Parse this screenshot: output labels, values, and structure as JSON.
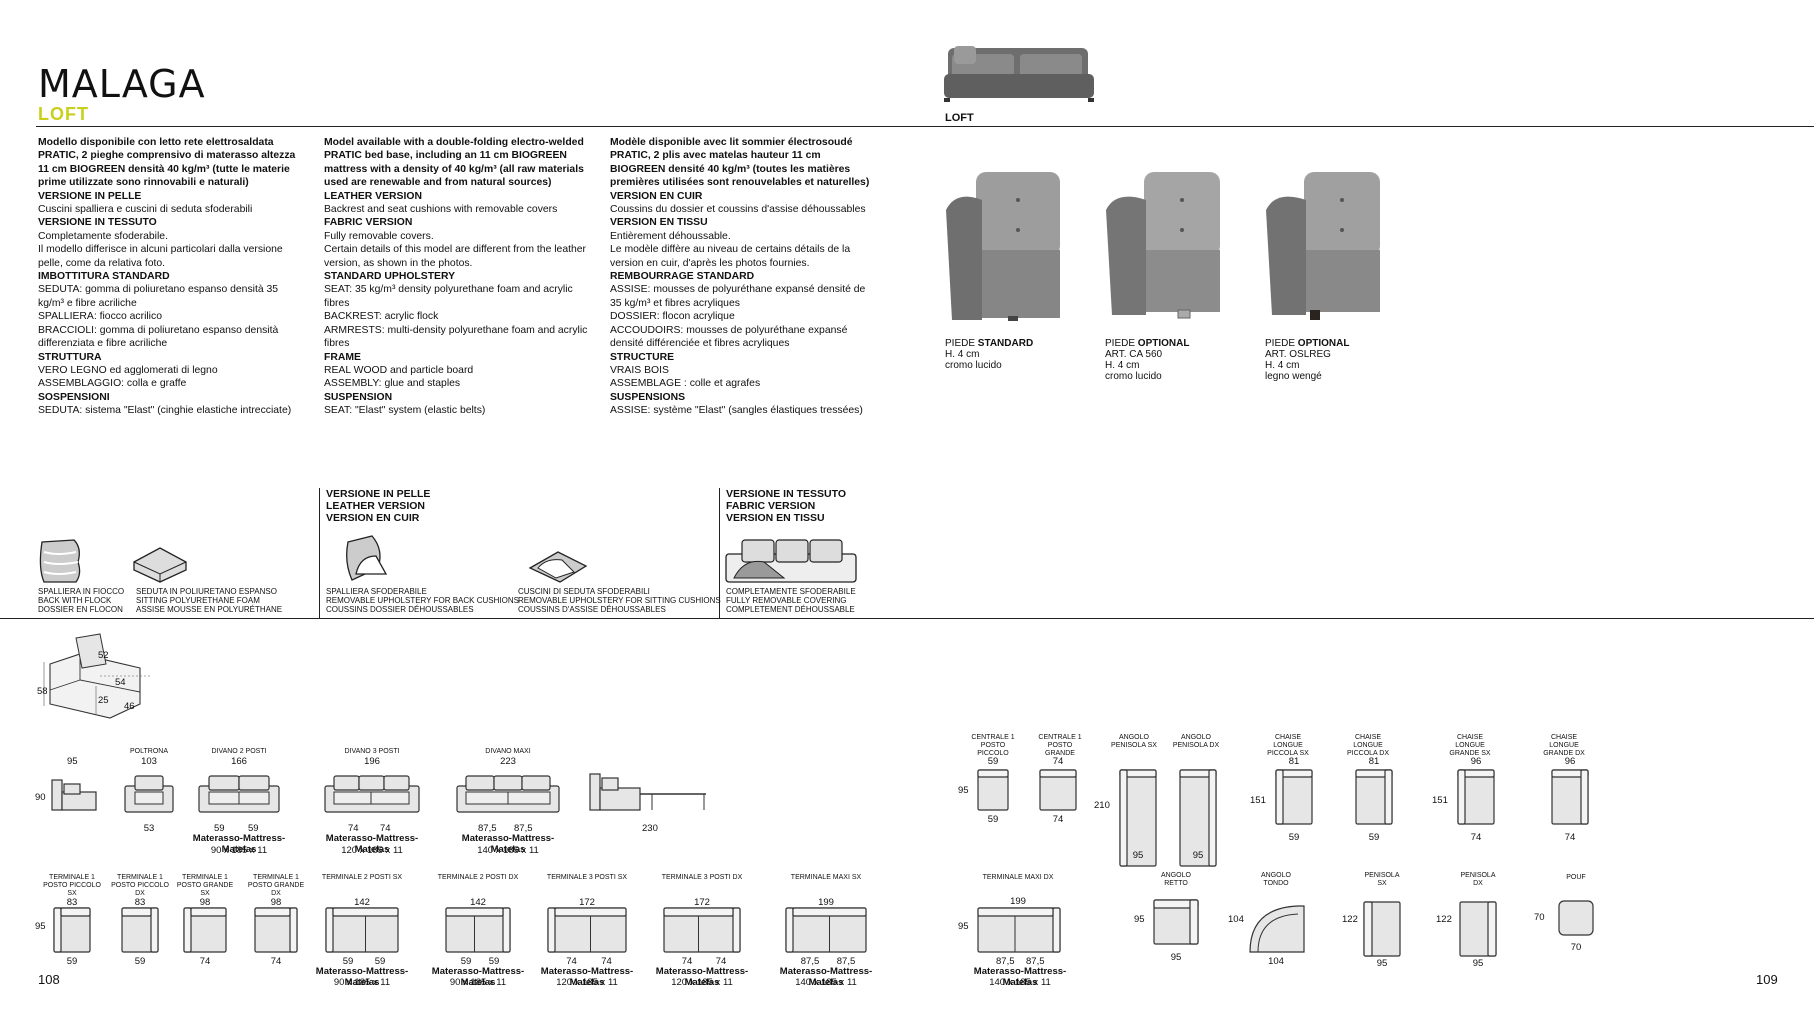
{
  "header": {
    "title": "MALAGA",
    "subtitle": "LOFT",
    "photo_caption": "LOFT"
  },
  "text_columns": {
    "it": [
      {
        "t": "b",
        "v": "Modello disponibile con letto rete elettrosaldata PRATIC, 2 pieghe comprensivo di materasso altezza 11 cm BIOGREEN densità 40 kg/m³ (tutte le materie prime utilizzate sono rinnovabili e naturali)"
      },
      {
        "t": "h",
        "v": "VERSIONE IN PELLE"
      },
      {
        "t": "n",
        "v": "Cuscini spalliera e cuscini di seduta sfoderabili"
      },
      {
        "t": "h",
        "v": "VERSIONE IN TESSUTO"
      },
      {
        "t": "n",
        "v": "Completamente sfoderabile."
      },
      {
        "t": "n",
        "v": "Il modello differisce in alcuni particolari dalla versione pelle, come da relativa foto."
      },
      {
        "t": "h",
        "v": "IMBOTTITURA STANDARD"
      },
      {
        "t": "n",
        "v": "SEDUTA: gomma di poliuretano espanso densità 35 kg/m³ e fibre acriliche"
      },
      {
        "t": "n",
        "v": "SPALLIERA: fiocco acrilico"
      },
      {
        "t": "n",
        "v": "BRACCIOLI: gomma di poliuretano espanso densità differenziata e fibre acriliche"
      },
      {
        "t": "h",
        "v": "STRUTTURA"
      },
      {
        "t": "n",
        "v": "VERO LEGNO ed agglomerati di legno"
      },
      {
        "t": "n",
        "v": "ASSEMBLAGGIO: colla e graffe"
      },
      {
        "t": "h",
        "v": "SOSPENSIONI"
      },
      {
        "t": "n",
        "v": "SEDUTA: sistema \"Elast\" (cinghie elastiche intrecciate)"
      }
    ],
    "en": [
      {
        "t": "b",
        "v": "Model available with a double-folding electro-welded PRATIC bed base, including an 11 cm BIOGREEN mattress with a density of 40 kg/m³ (all raw materials used are renewable and from natural sources)"
      },
      {
        "t": "h",
        "v": "LEATHER VERSION"
      },
      {
        "t": "n",
        "v": "Backrest and seat cushions with removable covers"
      },
      {
        "t": "h",
        "v": "FABRIC VERSION"
      },
      {
        "t": "n",
        "v": "Fully removable covers."
      },
      {
        "t": "n",
        "v": "Certain details of this model are different from the leather version, as shown in the photos."
      },
      {
        "t": "h",
        "v": "STANDARD UPHOLSTERY"
      },
      {
        "t": "n",
        "v": "SEAT: 35 kg/m³ density polyurethane foam and acrylic fibres"
      },
      {
        "t": "n",
        "v": "BACKREST: acrylic flock"
      },
      {
        "t": "n",
        "v": "ARMRESTS: multi-density polyurethane foam and acrylic fibres"
      },
      {
        "t": "h",
        "v": "FRAME"
      },
      {
        "t": "n",
        "v": "REAL WOOD and particle board"
      },
      {
        "t": "n",
        "v": "ASSEMBLY: glue and staples"
      },
      {
        "t": "h",
        "v": "SUSPENSION"
      },
      {
        "t": "n",
        "v": "SEAT: \"Elast\" system (elastic belts)"
      }
    ],
    "fr": [
      {
        "t": "b",
        "v": "Modèle disponible avec lit sommier électrosoudé PRATIC, 2 plis avec matelas hauteur 11 cm BIOGREEN densité 40 kg/m³ (toutes les matières premières utilisées sont renouvelables et naturelles)"
      },
      {
        "t": "h",
        "v": "VERSION EN CUIR"
      },
      {
        "t": "n",
        "v": "Coussins du dossier et coussins d'assise déhoussables"
      },
      {
        "t": "h",
        "v": "VERSION EN TISSU"
      },
      {
        "t": "n",
        "v": "Entièrement déhoussable."
      },
      {
        "t": "n",
        "v": "Le modèle diffère au niveau de certains détails de la version en cuir, d'après les photos fournies."
      },
      {
        "t": "h",
        "v": "REMBOURRAGE STANDARD"
      },
      {
        "t": "n",
        "v": "ASSISE: mousses de polyuréthane expansé densité de 35 kg/m³ et fibres acryliques"
      },
      {
        "t": "n",
        "v": "DOSSIER: flocon acrylique"
      },
      {
        "t": "n",
        "v": "ACCOUDOIRS: mousses de polyuréthane expansé densité différenciée et fibres acryliques"
      },
      {
        "t": "h",
        "v": "STRUCTURE"
      },
      {
        "t": "n",
        "v": "VRAIS BOIS"
      },
      {
        "t": "n",
        "v": "ASSEMBLAGE : colle et agrafes"
      },
      {
        "t": "h",
        "v": "SUSPENSIONS"
      },
      {
        "t": "n",
        "v": "ASSISE: système \"Elast\" (sangles élastiques tressées)"
      }
    ]
  },
  "feet": [
    {
      "pre": "PIEDE ",
      "type": "STANDARD",
      "lines": [
        "H. 4 cm",
        "cromo lucido"
      ]
    },
    {
      "pre": "PIEDE ",
      "type": "OPTIONAL",
      "lines": [
        "ART. CA 560",
        "H. 4 cm",
        "cromo lucido"
      ]
    },
    {
      "pre": "PIEDE ",
      "type": "OPTIONAL",
      "lines": [
        "ART. OSLREG",
        "H. 4 cm",
        "legno wengé"
      ]
    }
  ],
  "version_headers": {
    "leather": [
      "VERSIONE IN PELLE",
      "LEATHER VERSION",
      "VERSION EN CUIR"
    ],
    "fabric": [
      "VERSIONE IN TESSUTO",
      "FABRIC VERSION",
      "VERSION EN TISSU"
    ]
  },
  "icon_captions": {
    "back_flock": [
      "SPALLIERA IN FIOCCO",
      "BACK WITH FLOCK",
      "DOSSIER EN FLOCON"
    ],
    "seat_foam": [
      "SEDUTA IN POLIURETANO ESPANSO",
      "SITTING POLYURETHANE FOAM",
      "ASSISE MOUSSE EN POLYURÉTHANE"
    ],
    "back_removable": [
      "SPALLIERA SFODERABILE",
      "REMOVABLE UPHOLSTERY FOR BACK CUSHIONS",
      "COUSSINS DOSSIER DÉHOUSSABLES"
    ],
    "seat_removable": [
      "CUSCINI DI SEDUTA SFODERABILI",
      "REMOVABLE UPHOLSTERY FOR SITTING CUSHIONS",
      "COUSSINS D'ASSISE DÉHOUSSABLES"
    ],
    "fully_removable": [
      "COMPLETAMENTE SFODERABILE",
      "FULLY REMOVABLE COVERING",
      "COMPLETEMENT DÉHOUSSABLE"
    ]
  },
  "section_dims": {
    "d52": "52",
    "d54": "54",
    "d58": "58",
    "d25": "25",
    "d46": "46"
  },
  "models_row1": {
    "poltrona": {
      "name": "POLTRONA",
      "w": "103",
      "seat": "53",
      "side_w": "95",
      "side_h": "90"
    },
    "divano2": {
      "name": "DIVANO 2 POSTI",
      "w": "166",
      "s1": "59",
      "s2": "59",
      "mat": "Materasso-Mattress-Matelas",
      "mat_size": "90 x 185 x 11"
    },
    "divano3": {
      "name": "DIVANO 3 POSTI",
      "w": "196",
      "s1": "74",
      "s2": "74",
      "mat": "Materasso-Mattress-Matelas",
      "mat_size": "120 x 185 x 11"
    },
    "divanomaxi": {
      "name": "DIVANO MAXI",
      "w": "223",
      "s1": "87,5",
      "s2": "87,5",
      "mat": "Materasso-Mattress-Matelas",
      "mat_size": "140 x 185 x 11"
    },
    "bed": {
      "len": "230"
    }
  },
  "models_row2": {
    "depth": "95",
    "items": [
      {
        "name": "TERMINALE 1 POSTO PICCOLO SX",
        "w": "83",
        "seat": "59"
      },
      {
        "name": "TERMINALE 1 POSTO PICCOLO DX",
        "w": "83",
        "seat": "59"
      },
      {
        "name": "TERMINALE 1 POSTO GRANDE SX",
        "w": "98",
        "seat": "74"
      },
      {
        "name": "TERMINALE 1 POSTO GRANDE DX",
        "w": "98",
        "seat": "74"
      },
      {
        "name": "TERMINALE 2 POSTI SX",
        "w": "142",
        "s1": "59",
        "s2": "59",
        "mat": "Materasso-Mattress-Matelas",
        "mat_size": "90 x 185 x 11"
      },
      {
        "name": "TERMINALE 2 POSTI DX",
        "w": "142",
        "s1": "59",
        "s2": "59",
        "mat": "Materasso-Mattress-Matelas",
        "mat_size": "90 x 185 x 11"
      },
      {
        "name": "TERMINALE 3 POSTI SX",
        "w": "172",
        "s1": "74",
        "s2": "74",
        "mat": "Materasso-Mattress-Matelas",
        "mat_size": "120 x 185 x 11"
      },
      {
        "name": "TERMINALE 3 POSTI DX",
        "w": "172",
        "s1": "74",
        "s2": "74",
        "mat": "Materasso-Mattress-Matelas",
        "mat_size": "120 x 185 x 11"
      },
      {
        "name": "TERMINALE MAXI SX",
        "w": "199",
        "s1": "87,5",
        "s2": "87,5",
        "mat": "Materasso-Mattress-Matelas",
        "mat_size": "140 x 185 x 11"
      }
    ]
  },
  "right_row1": {
    "depth": "95",
    "items": [
      {
        "name": "CENTRALE 1 POSTO PICCOLO",
        "w": "59",
        "seat": "59"
      },
      {
        "name": "CENTRALE 1 POSTO GRANDE",
        "w": "74",
        "seat": "74"
      },
      {
        "name": "ANGOLO PENISOLA SX",
        "h": "210",
        "w": "95"
      },
      {
        "name": "ANGOLO PENISOLA DX",
        "w": "95"
      },
      {
        "name": "CHAISE LONGUE PICCOLA SX",
        "w": "81",
        "h": "151",
        "seat": "59"
      },
      {
        "name": "CHAISE LONGUE PICCOLA DX",
        "w": "81",
        "seat": "59"
      },
      {
        "name": "CHAISE LONGUE GRANDE SX",
        "w": "96",
        "h": "151",
        "seat": "74"
      },
      {
        "name": "CHAISE LONGUE GRANDE DX",
        "w": "96",
        "seat": "74"
      }
    ]
  },
  "right_row2": {
    "maxi": {
      "name": "TERMINALE MAXI DX",
      "w": "199",
      "depth": "95",
      "s1": "87,5",
      "s2": "87,5",
      "mat": "Materasso-Mattress-Matelas",
      "mat_size": "140 x 185 x 11"
    },
    "retto": {
      "name": "ANGOLO RETTO",
      "side": "95",
      "bottom": "95"
    },
    "tondo": {
      "name": "ANGOLO TONDO",
      "side": "104",
      "bottom": "104"
    },
    "pen_sx": {
      "name": "PENISOLA SX",
      "side": "122",
      "bottom": "95"
    },
    "pen_dx": {
      "name": "PENISOLA DX",
      "side": "122",
      "bottom": "95"
    },
    "pouf": {
      "name": "POUF",
      "side": "70",
      "bottom": "70"
    }
  },
  "pages": {
    "left": "108",
    "right": "109"
  }
}
